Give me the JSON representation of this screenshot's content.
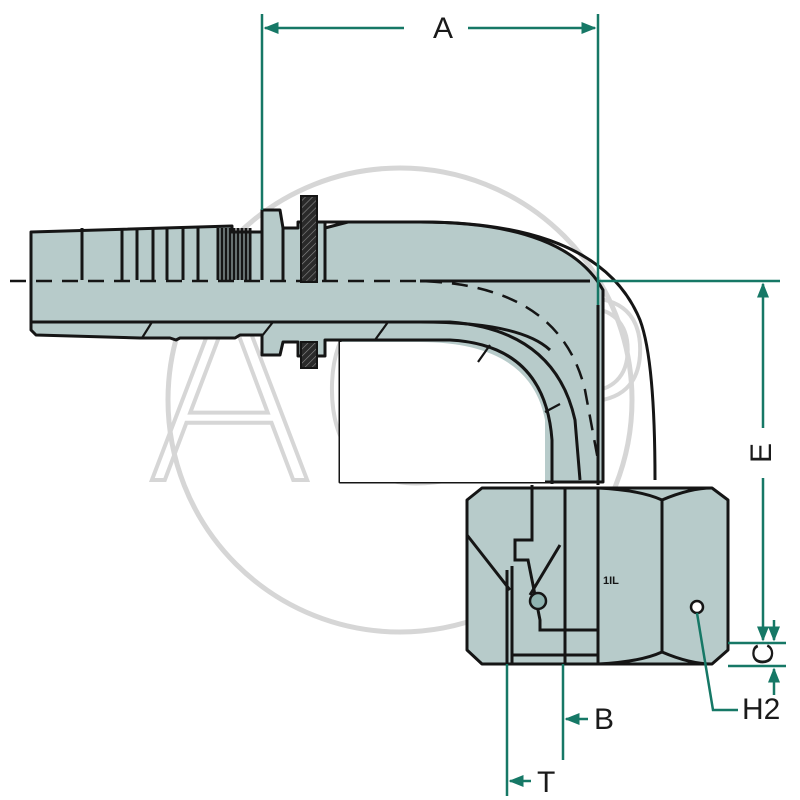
{
  "diagram": {
    "subject": "90-degree hydraulic hose fitting with swivel female nut",
    "watermark": "AGP",
    "colors": {
      "body_fill": "#b7cbca",
      "outline": "#151515",
      "dimension_line": "#167866",
      "watermark": "#d6d6d6",
      "background": "#ffffff"
    },
    "dimensions": {
      "A": "A",
      "B": "B",
      "C": "C",
      "E": "E",
      "T": "T",
      "H2": "H2"
    },
    "nut_marking": "1IL"
  }
}
